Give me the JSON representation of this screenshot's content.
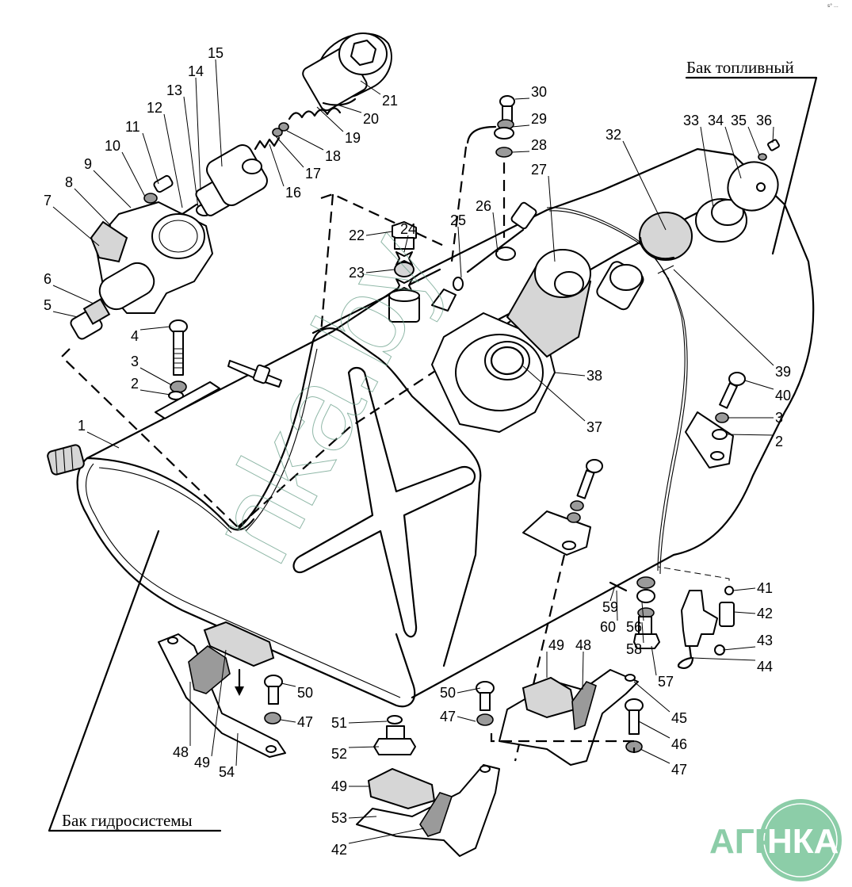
{
  "captions": {
    "fuel_tank": "Бак топливный",
    "hydraulic_tank": "Бак гидросистемы"
  },
  "watermark": "nka.by",
  "corner_mark": "s° ...",
  "logo": {
    "left_text": "АГРО",
    "circle_text": "НКА",
    "color": "#8ccda8"
  },
  "callouts": [
    {
      "id": "c1",
      "text": "1"
    },
    {
      "id": "c2a",
      "text": "2"
    },
    {
      "id": "c3a",
      "text": "3"
    },
    {
      "id": "c4",
      "text": "4"
    },
    {
      "id": "c5",
      "text": "5"
    },
    {
      "id": "c6",
      "text": "6"
    },
    {
      "id": "c7",
      "text": "7"
    },
    {
      "id": "c8",
      "text": "8"
    },
    {
      "id": "c9",
      "text": "9"
    },
    {
      "id": "c10",
      "text": "10"
    },
    {
      "id": "c11",
      "text": "11"
    },
    {
      "id": "c12",
      "text": "12"
    },
    {
      "id": "c13",
      "text": "13"
    },
    {
      "id": "c14",
      "text": "14"
    },
    {
      "id": "c15",
      "text": "15"
    },
    {
      "id": "c16",
      "text": "16"
    },
    {
      "id": "c17",
      "text": "17"
    },
    {
      "id": "c18",
      "text": "18"
    },
    {
      "id": "c19",
      "text": "19"
    },
    {
      "id": "c20",
      "text": "20"
    },
    {
      "id": "c21",
      "text": "21"
    },
    {
      "id": "c22",
      "text": "22"
    },
    {
      "id": "c23",
      "text": "23"
    },
    {
      "id": "c24",
      "text": "24"
    },
    {
      "id": "c25",
      "text": "25"
    },
    {
      "id": "c26",
      "text": "26"
    },
    {
      "id": "c27",
      "text": "27"
    },
    {
      "id": "c28",
      "text": "28"
    },
    {
      "id": "c29",
      "text": "29"
    },
    {
      "id": "c30",
      "text": "30"
    },
    {
      "id": "c32",
      "text": "32"
    },
    {
      "id": "c33",
      "text": "33"
    },
    {
      "id": "c34",
      "text": "34"
    },
    {
      "id": "c35",
      "text": "35"
    },
    {
      "id": "c36",
      "text": "36"
    },
    {
      "id": "c37",
      "text": "37"
    },
    {
      "id": "c38",
      "text": "38"
    },
    {
      "id": "c39",
      "text": "39"
    },
    {
      "id": "c40",
      "text": "40"
    },
    {
      "id": "c3b",
      "text": "3"
    },
    {
      "id": "c2b",
      "text": "2"
    },
    {
      "id": "c41",
      "text": "41"
    },
    {
      "id": "c42a",
      "text": "42"
    },
    {
      "id": "c43",
      "text": "43"
    },
    {
      "id": "c44",
      "text": "44"
    },
    {
      "id": "c45",
      "text": "45"
    },
    {
      "id": "c46",
      "text": "46"
    },
    {
      "id": "c47c",
      "text": "47"
    },
    {
      "id": "c48b",
      "text": "48"
    },
    {
      "id": "c49b",
      "text": "49"
    },
    {
      "id": "c50b",
      "text": "50"
    },
    {
      "id": "c47b",
      "text": "47"
    },
    {
      "id": "c56",
      "text": "56"
    },
    {
      "id": "c57",
      "text": "57"
    },
    {
      "id": "c58",
      "text": "58"
    },
    {
      "id": "c59",
      "text": "59"
    },
    {
      "id": "c60",
      "text": "60"
    },
    {
      "id": "c50a",
      "text": "50"
    },
    {
      "id": "c47a",
      "text": "47"
    },
    {
      "id": "c48a",
      "text": "48"
    },
    {
      "id": "c49a",
      "text": "49"
    },
    {
      "id": "c54",
      "text": "54"
    },
    {
      "id": "c51",
      "text": "51"
    },
    {
      "id": "c52",
      "text": "52"
    },
    {
      "id": "c49c",
      "text": "49"
    },
    {
      "id": "c53",
      "text": "53"
    },
    {
      "id": "c42b",
      "text": "42"
    }
  ]
}
